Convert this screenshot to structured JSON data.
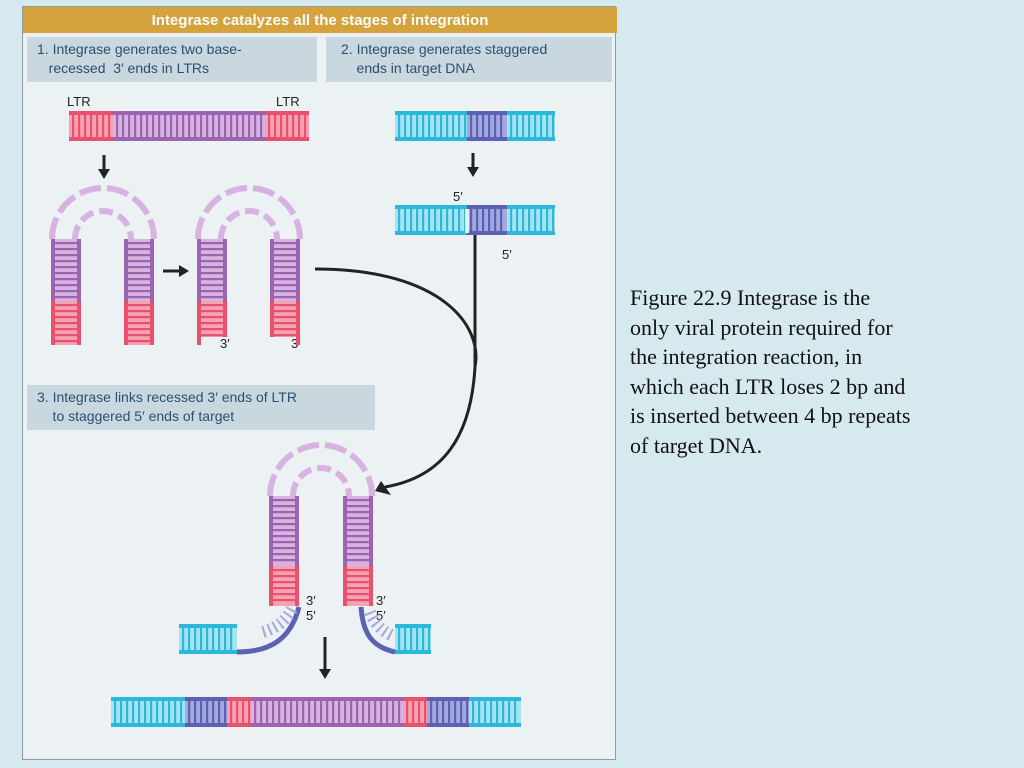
{
  "figure": {
    "title": "Integrase catalyzes all the stages of integration",
    "steps": [
      {
        "lines": [
          "1. Integrase generates two base-",
          "   recessed  3′ ends in LTRs"
        ]
      },
      {
        "lines": [
          "2. Integrase generates staggered",
          "    ends in target DNA"
        ]
      },
      {
        "lines": [
          "3. Integrase links recessed 3′ ends of LTR",
          "    to staggered 5′ ends of target"
        ]
      }
    ],
    "labels": {
      "ltr_left": "LTR",
      "ltr_right": "LTR",
      "three_prime": "3′",
      "five_prime": "5′"
    },
    "colors": {
      "title_bar": "#d6a23c",
      "step_box": "#c9d7df",
      "ltr": "#e8506e",
      "ltr_light": "#f4a3b3",
      "viral": "#9b63b0",
      "viral_light": "#d6b3e0",
      "target": "#2cb8d8",
      "target_light": "#a8e2f0",
      "repeat": "#5b62b4",
      "repeat_light": "#a3a8df",
      "arrow": "#222222"
    }
  },
  "caption": {
    "lines": [
      "Figure 22.9  Integrase is the",
      "only viral protein required for",
      "the integration reaction, in",
      "which each LTR loses 2 bp and",
      "is inserted between 4 bp repeats",
      "of target DNA."
    ]
  }
}
